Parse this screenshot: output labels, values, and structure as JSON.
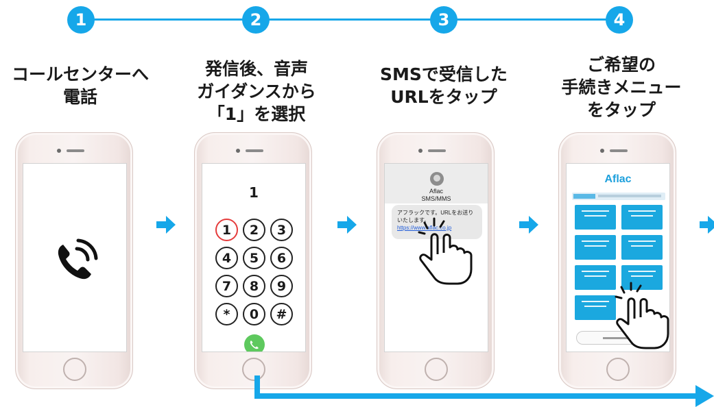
{
  "steps": [
    {
      "number": "1",
      "title_lines": [
        "コールセンターへ",
        "電話"
      ]
    },
    {
      "number": "2",
      "title_lines": [
        "発信後、音声",
        "ガイダンスから",
        "「1」を選択"
      ]
    },
    {
      "number": "3",
      "title_lines": [
        "SMSで受信した",
        "URLをタップ"
      ]
    },
    {
      "number": "4",
      "title_lines": [
        "ご希望の",
        "手続きメニュー",
        "をタップ"
      ]
    }
  ],
  "dialpad": {
    "display": "1",
    "keys": [
      "1",
      "2",
      "3",
      "4",
      "5",
      "6",
      "7",
      "8",
      "9",
      "*",
      "0",
      "#"
    ],
    "active_key": "1"
  },
  "sms": {
    "sender": "Aflac",
    "type": "SMS/MMS",
    "message": "アフラックです。URLをお送りいたします。",
    "link": "https://www.aflac.co.jp"
  },
  "menu": {
    "logo": "Aflac"
  },
  "icons": {
    "call": "phone-ringing-icon",
    "next": "arrow-right-icon",
    "tap": "pointing-hand-icon"
  },
  "colors": {
    "accent": "#16a7e9",
    "call_green": "#5ec95e",
    "tile_blue": "#1ba8df",
    "active_red": "#e53b3b"
  }
}
